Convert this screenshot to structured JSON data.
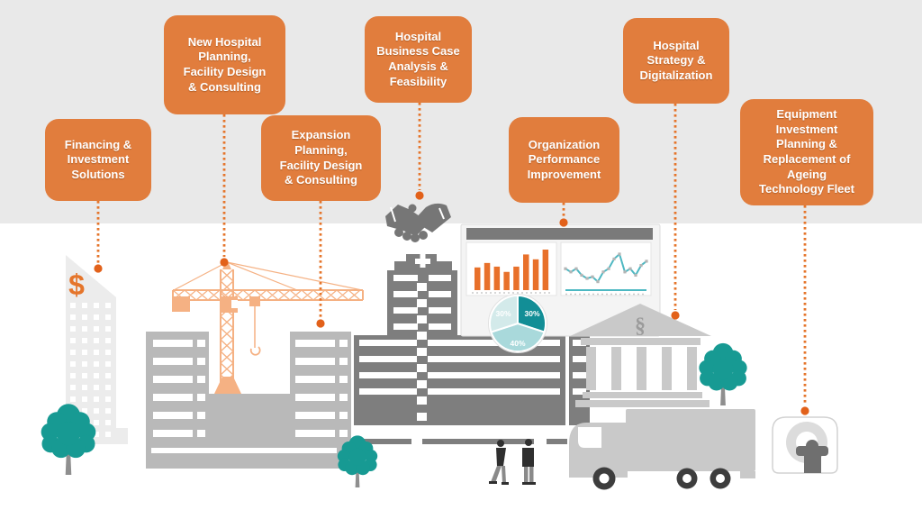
{
  "services": [
    {
      "id": "financing",
      "label": "Financing &\nInvestment\nSolutions"
    },
    {
      "id": "new-hospital",
      "label": "New Hospital\nPlanning,\nFacility Design\n& Consulting"
    },
    {
      "id": "expansion",
      "label": "Expansion\nPlanning,\nFacility Design\n& Consulting"
    },
    {
      "id": "business-case",
      "label": "Hospital\nBusiness Case\nAnalysis &\nFeasibility"
    },
    {
      "id": "organization",
      "label": "Organization\nPerformance\nImprovement"
    },
    {
      "id": "strategy",
      "label": "Hospital\nStrategy &\nDigitalization"
    },
    {
      "id": "equipment",
      "label": "Equipment\nInvestment\nPlanning &\nReplacement of\nAgeing\nTechnology Fleet"
    }
  ],
  "illustration": {
    "finance_tower_symbol": "$",
    "bank_symbol": "§",
    "dashboard": {
      "bar_chart": {
        "type": "bar",
        "values": [
          56,
          67,
          58,
          45,
          58,
          88,
          76,
          100
        ],
        "color": "#e8702a"
      },
      "line_chart": {
        "type": "line",
        "values": [
          55,
          45,
          55,
          35,
          25,
          30,
          15,
          45,
          55,
          85,
          100,
          45,
          55,
          35,
          65,
          78
        ],
        "color": "#4db8c2",
        "marker_color": "#b5b5b5"
      },
      "pie_chart": {
        "type": "pie",
        "slices": [
          {
            "label": "30%",
            "value": 30,
            "color": "#128e96"
          },
          {
            "label": "40%",
            "value": 40,
            "color": "#a9d9db"
          },
          {
            "label": "30%",
            "value": 30,
            "color": "#d3eaea"
          }
        ]
      }
    },
    "icons": [
      "dollar-sign-icon",
      "crane-icon",
      "handshake-icon",
      "medical-cross-icon",
      "bar-chart-icon",
      "line-chart-icon",
      "pie-chart-icon",
      "paragraph-sign-icon",
      "bank-icon",
      "truck-icon",
      "mri-scanner-icon",
      "tree-icon",
      "people-icon"
    ]
  },
  "colors": {
    "accent_orange": "#e17d3d",
    "connector_orange": "#e5752b",
    "connector_dot_orange": "#e2611a",
    "crane_orange": "#f5b183",
    "teal": "#179a93",
    "building_dark_gray": "#7e7e7e",
    "building_mid_gray": "#b9b9b9",
    "building_light_gray": "#ececec",
    "bank_gray": "#c9c9c9",
    "band_gray": "#e9e9e9"
  }
}
